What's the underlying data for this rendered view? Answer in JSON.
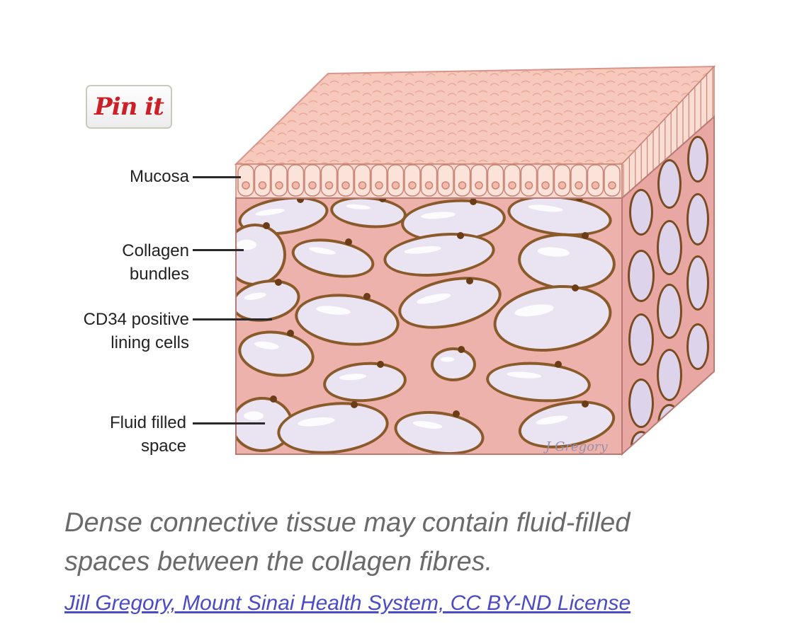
{
  "pin_button": {
    "label": "Pin it",
    "color": "#cb2027"
  },
  "labels": {
    "mucosa": "Mucosa",
    "collagen_line1": "Collagen",
    "collagen_line2": "bundles",
    "cd34_line1": "CD34 positive",
    "cd34_line2": "lining cells",
    "fluid_line1": "Fluid filled",
    "fluid_line2": "space"
  },
  "signature": "J Gregory",
  "caption": {
    "line1": "Dense connective tissue may contain fluid-filled",
    "line2": "spaces between the collagen fibres."
  },
  "credit": "Jill Gregory, Mount Sinai Health System, CC BY-ND License",
  "colors": {
    "mucosa_top": "#f6c9bc",
    "tissue_pink": "#eeb2ad",
    "fluid_space": "#e9e3f2",
    "lining_cells": "#8a5a2a",
    "credit_link": "#4b4bc4"
  }
}
